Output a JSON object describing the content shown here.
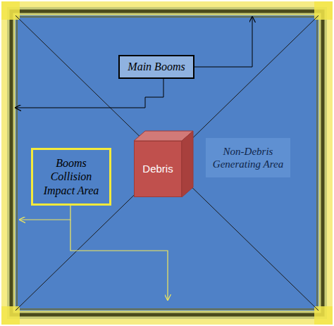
{
  "diagram": {
    "nodes": [
      {
        "text": [
          "Main Booms"
        ]
      },
      {
        "text": [
          "Booms Collision Impact Area"
        ]
      },
      {
        "text": [
          "Debris"
        ]
      },
      {
        "text": [
          "Non-Debris Generating Area"
        ]
      }
    ]
  }
}
